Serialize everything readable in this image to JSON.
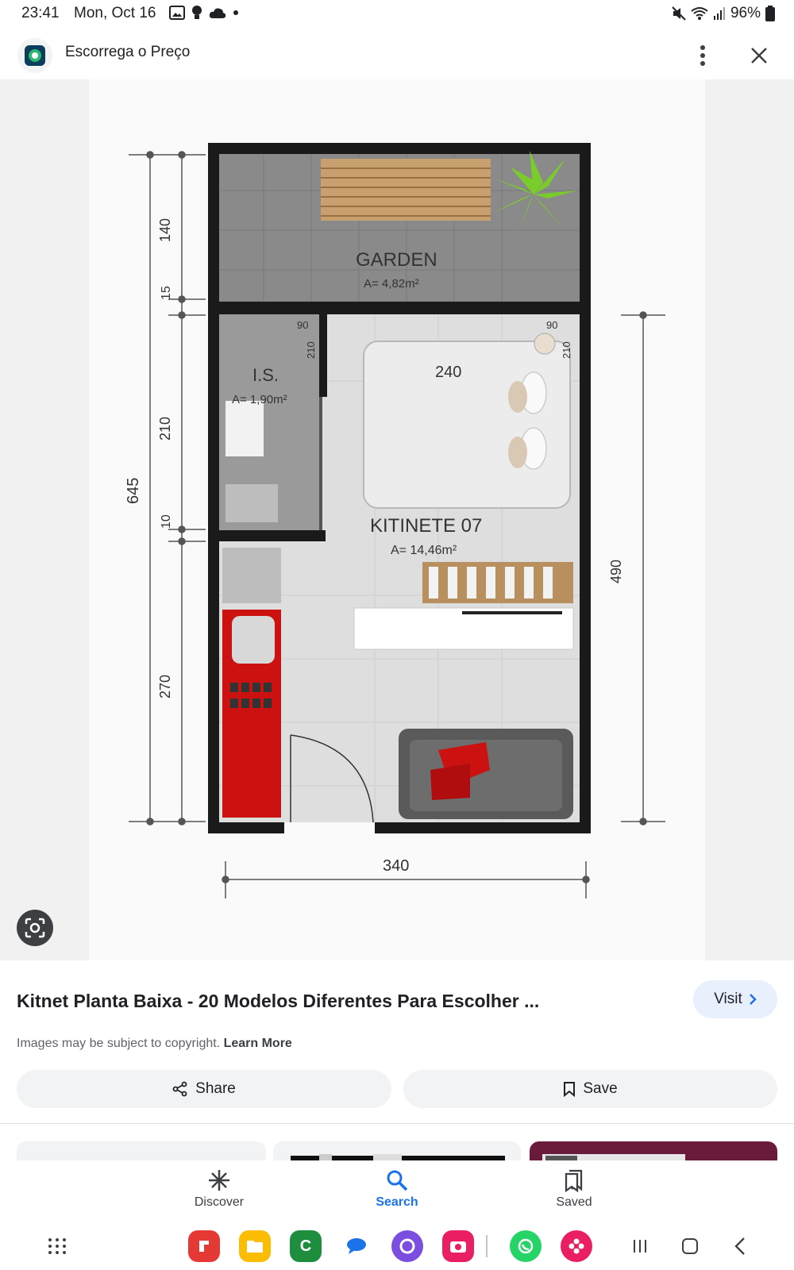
{
  "status_bar": {
    "time": "23:41",
    "date": "Mon, Oct 16",
    "battery": "96%",
    "left_icons": [
      "gallery-icon",
      "bulb-icon",
      "cloud-icon",
      "dot-icon"
    ],
    "right_icons": [
      "mute-icon",
      "wifi-icon",
      "signal-icon",
      "battery-icon"
    ]
  },
  "header": {
    "site_name": "Escorrega o Preço",
    "more_icon": "more-vert-icon",
    "close_icon": "close-icon"
  },
  "floorplan": {
    "garden_label": "GARDEN",
    "garden_area": "A= 4,82m²",
    "is_label": "I.S.",
    "is_area": "A= 1,90m²",
    "kitinete_label": "KITINETE 07",
    "kitinete_area": "A= 14,46m²",
    "dim_645": "645",
    "dim_140": "140",
    "dim_15": "15",
    "dim_210": "210",
    "dim_10": "10",
    "dim_270": "270",
    "dim_490": "490",
    "dim_340": "340",
    "dim_240": "240",
    "dim_90": "90",
    "dim_210b": "210",
    "dim_90b": "90",
    "dim_210c": "210"
  },
  "image": {
    "lens_icon": "lens-icon"
  },
  "result": {
    "title": "Kitnet Planta Baixa - 20 Modelos Diferentes Para Escolher ...",
    "visit_label": "Visit",
    "copyright_text": "Images may be subject to copyright.",
    "learn_more": "Learn More",
    "share_label": "Share",
    "save_label": "Save"
  },
  "bottom_nav": {
    "items": [
      {
        "label": "Discover",
        "icon": "asterisk-icon",
        "active": false
      },
      {
        "label": "Search",
        "icon": "search-icon",
        "active": true
      },
      {
        "label": "Saved",
        "icon": "bookmarks-icon",
        "active": false
      }
    ]
  },
  "taskbar": {
    "apps": [
      "app-drawer-icon",
      "flipboard-icon",
      "files-icon",
      "c-app-icon",
      "messages-icon",
      "internet-icon",
      "camera-icon",
      "whatsapp-icon",
      "flower-app-icon"
    ],
    "nav": [
      "recents-icon",
      "home-icon",
      "back-icon"
    ]
  },
  "colors": {
    "accent": "#1a73e8",
    "visit_bg": "#e8f0fe",
    "chip_bg": "#f1f3f4"
  }
}
